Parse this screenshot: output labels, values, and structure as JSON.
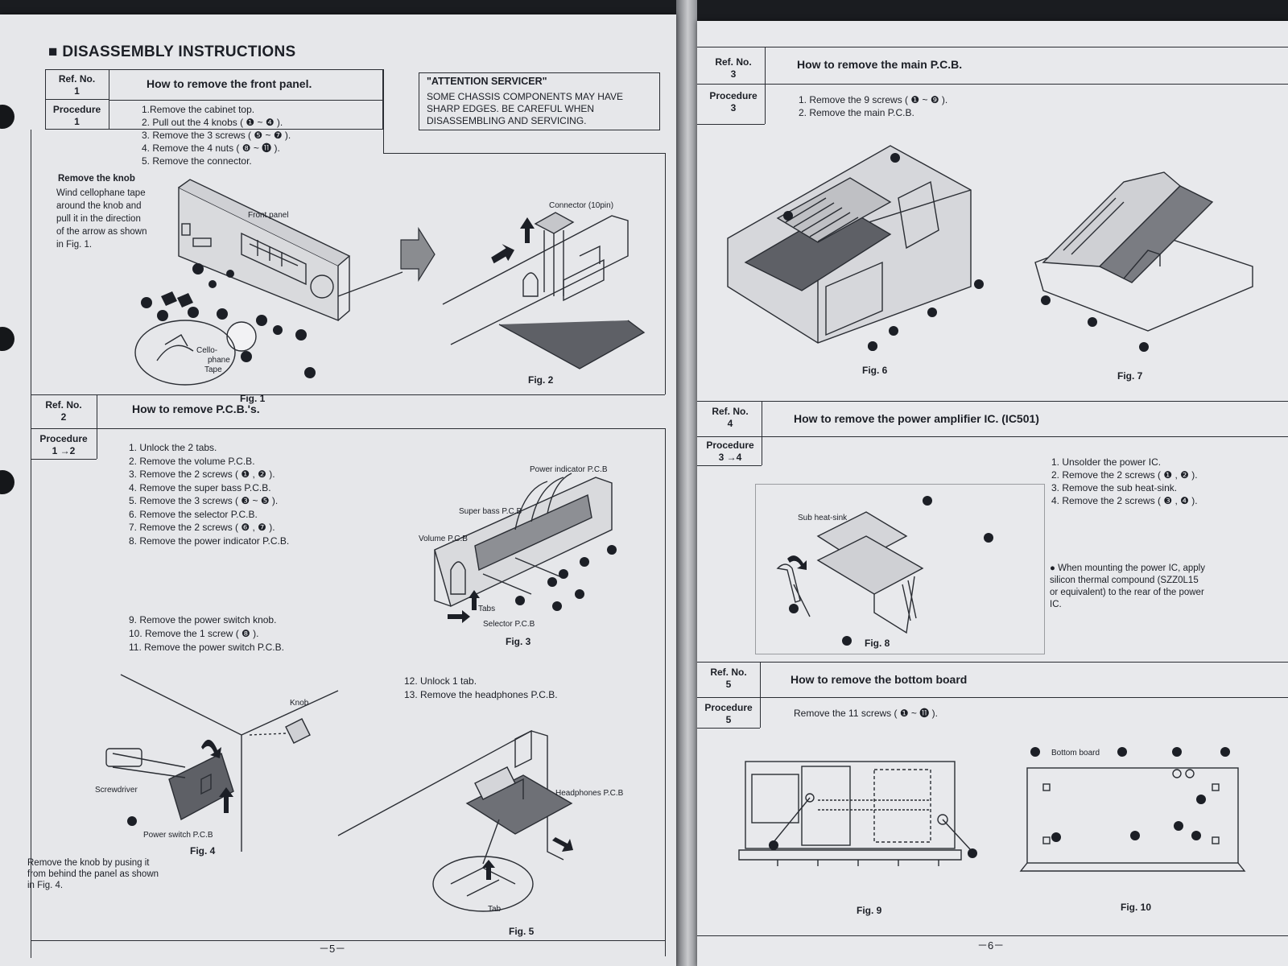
{
  "left_page": {
    "heading": "■ DISASSEMBLY INSTRUCTIONS",
    "page_number": "－5－",
    "attention": {
      "title": "\"ATTENTION SERVICER\"",
      "lines": [
        "SOME CHASSIS COMPONENTS MAY HAVE",
        "SHARP EDGES.  BE CAREFUL WHEN",
        "DISASSEMBLING AND SERVICING."
      ]
    },
    "section1": {
      "ref_label": "Ref. No.",
      "ref_no": "1",
      "proc_label": "Procedure",
      "proc_no": "1",
      "title": "How to remove the front panel.",
      "steps": [
        "1.Remove the cabinet top.",
        "2. Pull out the 4 knobs ( ❶ ~ ❹ ).",
        "3. Remove the 3 screws ( ❺ ~ ❼ ).",
        "4. Remove the 4 nuts ( ❽ ~ ⓫ ).",
        "5. Remove the connector."
      ],
      "knob_note_title": "Remove the knob",
      "knob_note": [
        "Wind cellophane tape",
        "around the knob and",
        "pull it in the direction",
        "of  the arrow as shown",
        "in  Fig. 1."
      ],
      "labels": {
        "front_panel": "Front panel",
        "cello": "Cello-",
        "phane": "phane",
        "tape": "Tape",
        "connector": "Connector (10pin)"
      },
      "fig1": "Fig. 1",
      "fig2": "Fig. 2"
    },
    "section2": {
      "ref_label": "Ref. No.",
      "ref_no": "2",
      "proc_label": "Procedure",
      "proc_no": "1 →2",
      "title": "How to remove P.C.B.'s.",
      "steps": [
        "1.  Unlock the 2 tabs.",
        "2.  Remove the volume P.C.B.",
        "3.  Remove the 2 screws ( ❶ , ❷ ).",
        "4.  Remove the super bass P.C.B.",
        "5.  Remove the 3 screws ( ❸ ~ ❺ ).",
        "6.  Remove the selector P.C.B.",
        "7.  Remove the 2 screws ( ❻ , ❼ ).",
        "8.  Remove the power indicator P.C.B."
      ],
      "steps_b": [
        "9.  Remove the power switch knob.",
        "10.  Remove the 1 screw ( ❽ ).",
        "11.  Remove the power switch P.C.B."
      ],
      "steps_c": [
        "12.  Unlock 1 tab.",
        "13.  Remove the headphones P.C.B."
      ],
      "labels": {
        "power_indicator": "Power indicator P.C.B",
        "super_bass": "Super bass P.C.B",
        "volume": "Volume P.C.B",
        "tabs": "Tabs",
        "selector": "Selector P.C.B",
        "knob": "Knob",
        "screwdriver": "Screwdriver",
        "power_switch": "Power switch P.C.B",
        "headphones": "Headphones P.C.B",
        "tab": "Tab"
      },
      "knob_note": [
        "Remove the knob by pusing it",
        "from behind the panel as shown",
        "in Fig. 4."
      ],
      "fig3": "Fig. 3",
      "fig4": "Fig. 4",
      "fig5": "Fig. 5"
    }
  },
  "right_page": {
    "page_number": "－6－",
    "section3": {
      "ref_label": "Ref. No.",
      "ref_no": "3",
      "proc_label": "Procedure",
      "proc_no": "3",
      "title": "How to remove the main P.C.B.",
      "steps": [
        "1.  Remove the 9 screws ( ❶ ~ ❾ ).",
        "2.  Remove the main P.C.B."
      ],
      "fig6": "Fig. 6",
      "fig7": "Fig. 7"
    },
    "section4": {
      "ref_label": "Ref. No.",
      "ref_no": "4",
      "proc_label": "Procedure",
      "proc_no": "3 →4",
      "title": "How to remove the power amplifier IC. (IC501)",
      "steps": [
        "1.  Unsolder the power IC.",
        "2.  Remove the 2 screws ( ❶ , ❷ ).",
        "3.  Remove the sub heat-sink.",
        "4.  Remove the 2 screws ( ❸ , ❹ )."
      ],
      "mount_note": [
        "● When mounting the power IC, apply",
        "silicon thermal compound (SZZ0L15",
        "or equivalent) to the rear of the power",
        "IC."
      ],
      "labels": {
        "sub_heat_sink": "Sub heat-sink"
      },
      "fig8": "Fig. 8"
    },
    "section5": {
      "ref_label": "Ref. No.",
      "ref_no": "5",
      "proc_label": "Procedure",
      "proc_no": "5",
      "title": "How to remove the bottom board",
      "steps": [
        "Remove the 11 screws ( ❶ ~ ⓫ )."
      ],
      "labels": {
        "bottom_board": "Bottom board"
      },
      "fig9": "Fig. 9",
      "fig10": "Fig. 10"
    }
  }
}
